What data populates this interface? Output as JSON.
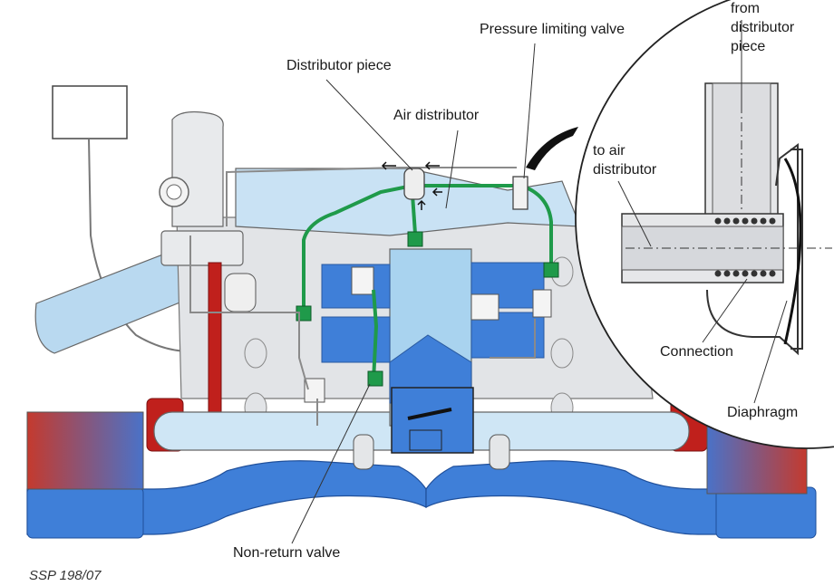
{
  "labels": {
    "pressure_limiting_valve": "Pressure limiting valve",
    "distributor_piece": "Distributor piece",
    "air_distributor": "Air distributor",
    "from_distributor_piece_1": "from",
    "from_distributor_piece_2": "distributor",
    "from_distributor_piece_3": "piece",
    "to_air_distributor_1": "to air",
    "to_air_distributor_2": "distributor",
    "connection": "Connection",
    "diaphragm": "Diaphragm",
    "non_return_valve": "Non-return valve"
  },
  "reference": "SSP 198/07",
  "colors": {
    "hose_light": "#cfe6f5",
    "hose_mid": "#a9d3ef",
    "duct_blue": "#3f7fd8",
    "green_line": "#1f9a4a",
    "red_clamp": "#c0201c",
    "engine_grey": "#e1e3e6",
    "outline": "#555555"
  }
}
